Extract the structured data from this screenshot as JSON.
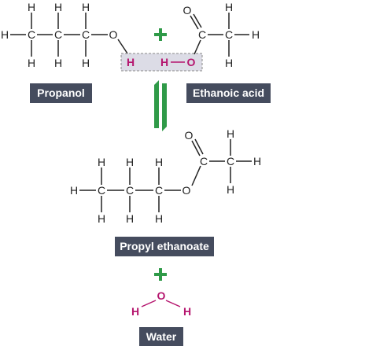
{
  "labels": {
    "propanol": "Propanol",
    "ethanoic_acid": "Ethanoic acid",
    "propyl_ethanoate": "Propyl ethanoate",
    "water": "Water"
  },
  "atoms": {
    "H": "H",
    "C": "C",
    "O": "O"
  },
  "colors": {
    "label_background": "#454c5e",
    "label_text": "#ffffff",
    "plus_and_arrows": "#2f9a48",
    "removed_atoms": "#b5156e",
    "highlight_box": "#dcdce6",
    "bonds": "#222222"
  },
  "icons": {
    "plus_top": "plus-icon",
    "equilibrium": "equilibrium-arrows-icon",
    "plus_bottom": "plus-icon"
  }
}
